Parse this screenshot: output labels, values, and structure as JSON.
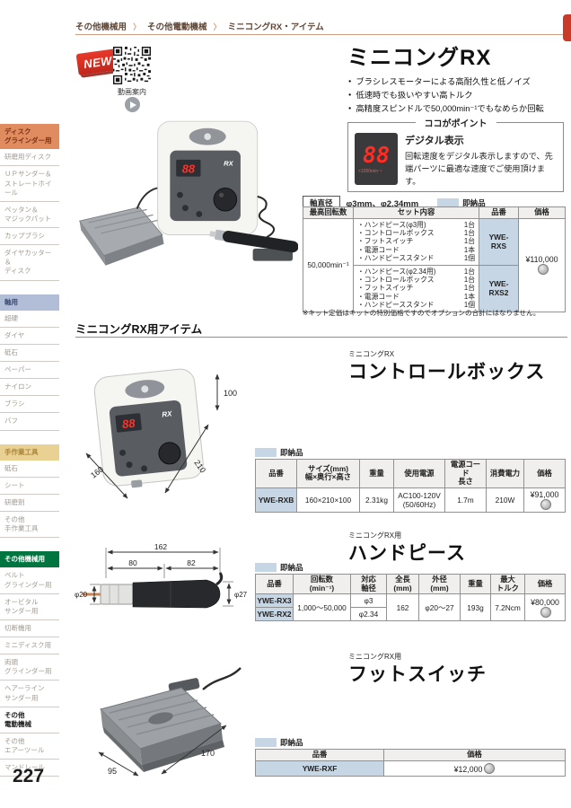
{
  "page_number": "227",
  "breadcrumb": {
    "separator": "〉",
    "items": [
      "その他機械用",
      "その他電動機械",
      "ミニコングRX・アイテム"
    ]
  },
  "media": {
    "new_badge": "NEW",
    "video_label": "動画案内"
  },
  "sidebar": {
    "groups": [
      {
        "header": "ディスク\nグラインダー用",
        "color": "orange",
        "items": [
          {
            "label": "研磨用ディスク"
          },
          {
            "label": "ＵＰサンダー＆\nストレートホイール"
          },
          {
            "label": "ペッタン＆\nマジックパット"
          },
          {
            "label": "カップブラシ"
          },
          {
            "label": "ダイヤカッター＆\nディスク"
          }
        ]
      },
      {
        "header": "軸用",
        "color": "blue",
        "items": [
          {
            "label": "超硬"
          },
          {
            "label": "ダイヤ"
          },
          {
            "label": "砥石"
          },
          {
            "label": "ペーパー"
          },
          {
            "label": "ナイロン"
          },
          {
            "label": "ブラシ"
          },
          {
            "label": "バフ"
          }
        ]
      },
      {
        "header": "手作業工具",
        "color": "tan",
        "items": [
          {
            "label": "砥石"
          },
          {
            "label": "シート"
          },
          {
            "label": "研磨剤"
          },
          {
            "label": "その他\n手作業工具"
          }
        ]
      },
      {
        "header": "その他機械用",
        "color": "green",
        "items": [
          {
            "label": "ベルト\nグラインダー用"
          },
          {
            "label": "オービタル\nサンダー用"
          },
          {
            "label": "切断機用"
          },
          {
            "label": "ミニディスク用"
          },
          {
            "label": "両頭\nグラインダー用"
          },
          {
            "label": "ヘアーライン\nサンダー用"
          },
          {
            "label": "その他\n電動機械",
            "active": true
          },
          {
            "label": "その他\nエアーツール"
          },
          {
            "label": "マンドレール"
          }
        ]
      }
    ]
  },
  "hero": {
    "title": "ミニコングRX",
    "bullets": [
      "ブラシレスモーターによる高耐久性と低ノイズ",
      "低速時でも扱いやすい高トルク",
      "高精度スピンドルで50,000min⁻¹でもなめらか回転"
    ],
    "panel_logo": "RX",
    "panel_display": "88",
    "point_box": {
      "title": "ココがポイント",
      "heading": "デジタル表示",
      "body": "回転速度をデジタル表示しますので、先端パーツに最適な速度でご使用頂けます。",
      "display_value": "88",
      "display_unit": "×1000min⁻¹"
    },
    "shaft": {
      "label": "軸直径",
      "value": "φ3mm、φ2.34mm"
    },
    "stock_label": "即納品",
    "kit_table": {
      "headers": [
        "最高回転数",
        "セット内容",
        "品番",
        "価格"
      ],
      "max_speed": "50,000min⁻¹",
      "price": "¥110,000",
      "sets": [
        {
          "code": "YWE-RXS",
          "items": [
            {
              "name": "・ハンドピース(φ3用)",
              "qty": "1台"
            },
            {
              "name": "・コントロールボックス",
              "qty": "1台"
            },
            {
              "name": "・フットスイッチ",
              "qty": "1台"
            },
            {
              "name": "・電源コード",
              "qty": "1本"
            },
            {
              "name": "・ハンドピーススタンド",
              "qty": "1個"
            }
          ]
        },
        {
          "code": "YWE-RXS2",
          "items": [
            {
              "name": "・ハンドピース(φ2.34用)",
              "qty": "1台"
            },
            {
              "name": "・コントロールボックス",
              "qty": "1台"
            },
            {
              "name": "・フットスイッチ",
              "qty": "1台"
            },
            {
              "name": "・電源コード",
              "qty": "1本"
            },
            {
              "name": "・ハンドピーススタンド",
              "qty": "1個"
            }
          ]
        }
      ]
    },
    "note": "※キット定価はキットの特別価格ですのでオプションの合計にはなりません。"
  },
  "items_heading": "ミニコングRX用アイテム",
  "control_box": {
    "brand": "ミニコングRX",
    "title": "コントロールボックス",
    "stock_label": "即納品",
    "dims": {
      "height": "100",
      "depth": "210",
      "width": "160"
    },
    "table": {
      "headers": [
        "品番",
        "サイズ(mm)\n幅×奥行×高さ",
        "重量",
        "使用電源",
        "電源コード\n長さ",
        "消費電力",
        "価格"
      ],
      "row": {
        "code": "YWE-RXB",
        "size": "160×210×100",
        "weight": "2.31kg",
        "power": "AC100-120V\n(50/60Hz)",
        "cord": "1.7m",
        "watt": "210W",
        "price": "¥91,000"
      }
    }
  },
  "handpiece": {
    "brand": "ミニコングRX用",
    "title": "ハンドピース",
    "stock_label": "即納品",
    "dims": {
      "total": "162",
      "front": "80",
      "rear": "82",
      "dia_left": "φ20",
      "dia_right": "φ27"
    },
    "table": {
      "headers": [
        "品番",
        "回転数\n(min⁻¹)",
        "対応\n軸径",
        "全長\n(mm)",
        "外径\n(mm)",
        "重量",
        "最大\nトルク",
        "価格"
      ],
      "speed": "1,000～50,000",
      "rows": [
        {
          "code": "YWE-RX3",
          "shaft": "φ3"
        },
        {
          "code": "YWE-RX2",
          "shaft": "φ2.34"
        }
      ],
      "length": "162",
      "outer": "φ20～27",
      "weight": "193g",
      "torque": "7.2Ncm",
      "price": "¥80,000"
    }
  },
  "footswitch": {
    "brand": "ミニコングRX用",
    "title": "フットスイッチ",
    "stock_label": "即納品",
    "dims": {
      "depth": "170",
      "width": "95"
    },
    "table": {
      "headers": [
        "品番",
        "価格"
      ],
      "row": {
        "code": "YWE-RXF",
        "price": "¥12,000"
      }
    }
  }
}
